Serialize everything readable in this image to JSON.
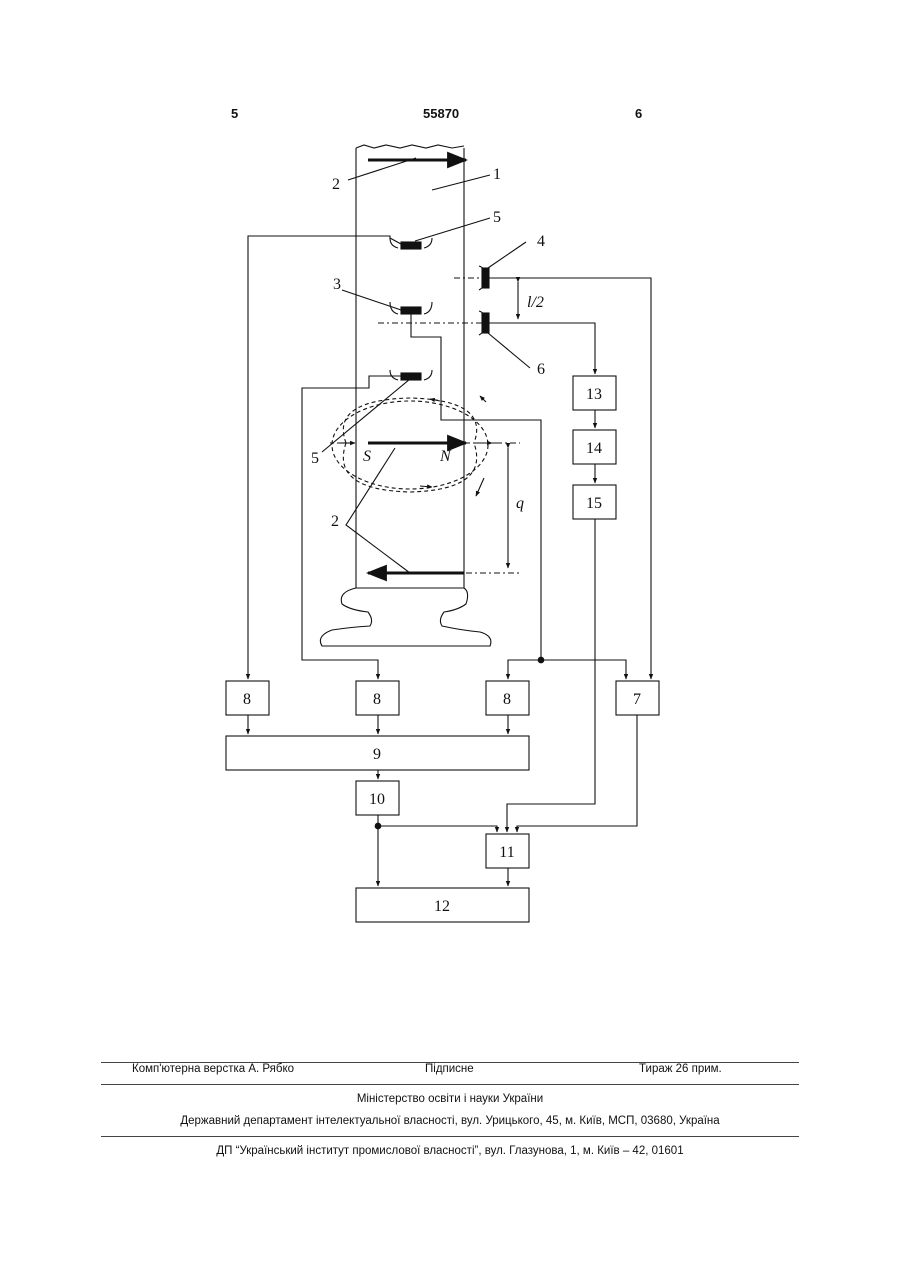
{
  "header": {
    "left_page": "5",
    "patent_number": "55870",
    "right_page": "6"
  },
  "figure": {
    "labels": {
      "ref1": "1",
      "ref2_top": "2",
      "ref2_bottom": "2",
      "ref3": "3",
      "ref4": "4",
      "ref5_top": "5",
      "ref5_left": "5",
      "ref6": "6",
      "dim_l2": "l/2",
      "dim_q": "q",
      "pole_s": "S",
      "pole_n": "N"
    },
    "blocks": {
      "b8a": "8",
      "b8b": "8",
      "b8c": "8",
      "b7": "7",
      "b9": "9",
      "b10": "10",
      "b11": "11",
      "b12": "12",
      "b13": "13",
      "b14": "14",
      "b15": "15"
    }
  },
  "footer": {
    "layout": "Комп'ютерна верстка А. Рябко",
    "signed": "Підписне",
    "circulation": "Тираж 26 прим.",
    "ministry": "Міністерство освіти і науки України",
    "department": "Державний департамент інтелектуальної власності, вул. Урицького, 45, м. Київ, МСП, 03680, Україна",
    "institute": "ДП “Український інститут промислової власності”, вул. Глазунова, 1, м. Київ – 42, 01601"
  }
}
